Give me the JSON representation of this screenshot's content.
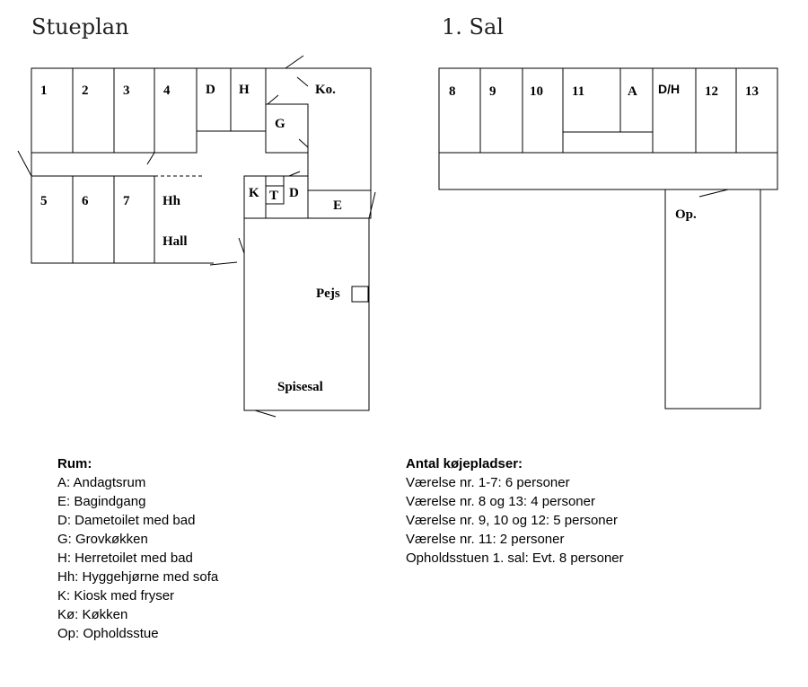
{
  "ground_floor": {
    "title": "Stueplan",
    "labels": {
      "r1": "1",
      "r2": "2",
      "r3": "3",
      "r4": "4",
      "d": "D",
      "h": "H",
      "g": "G",
      "ko": "Ko.",
      "r5": "5",
      "r6": "6",
      "r7": "7",
      "hh": "Hh",
      "hall": "Hall",
      "k": "K",
      "t": "T",
      "d2": "D",
      "e": "E",
      "pejs": "Pejs",
      "spisesal": "Spisesal"
    }
  },
  "first_floor": {
    "title": "1. Sal",
    "labels": {
      "r8": "8",
      "r9": "9",
      "r10": "10",
      "r11": "11",
      "a": "A",
      "dh": "D/H",
      "r12": "12",
      "r13": "13",
      "op": "Op."
    }
  },
  "legend_rooms": {
    "heading": "Rum:",
    "items": [
      "A: Andagtsrum",
      "E: Bagindgang",
      "D: Dametoilet med bad",
      "G: Grovkøkken",
      "H: Herretoilet med bad",
      "Hh: Hyggehjørne med sofa",
      "K: Kiosk med fryser",
      "Kø: Køkken",
      "Op: Opholdsstue"
    ]
  },
  "legend_beds": {
    "heading": "Antal køjepladser:",
    "items": [
      "Værelse nr. 1-7: 6 personer",
      "Værelse nr. 8 og 13: 4 personer",
      "Værelse nr. 9, 10 og 12: 5 personer",
      "Værelse nr. 11: 2 personer",
      "Opholdsstuen 1. sal: Evt. 8 personer"
    ]
  }
}
